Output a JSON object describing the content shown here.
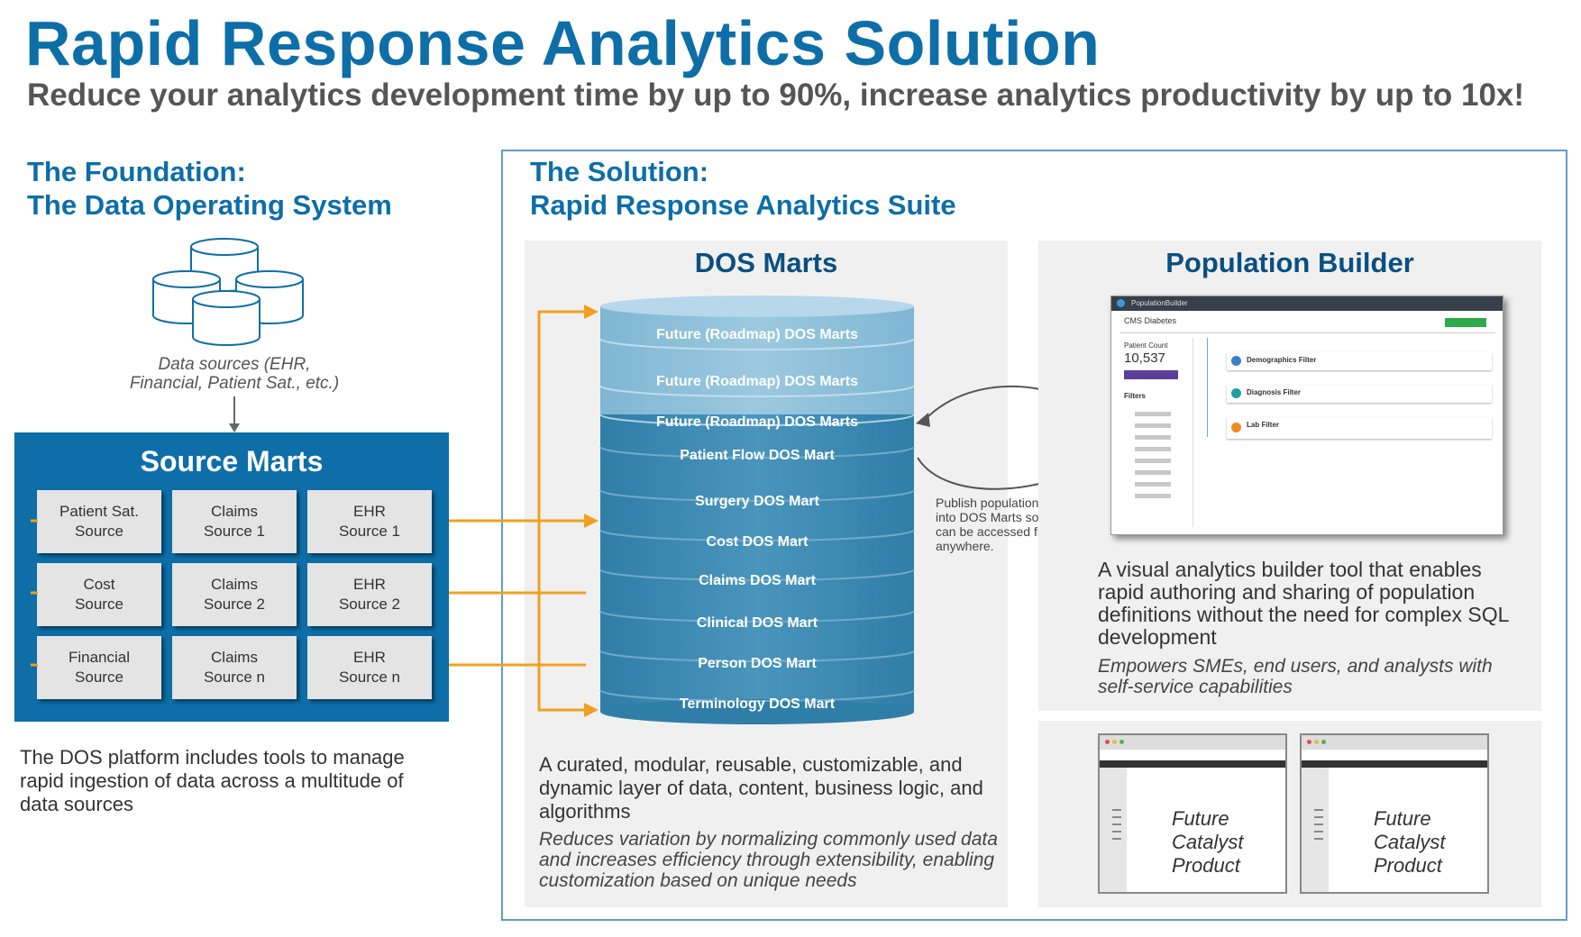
{
  "title": "Rapid Response Analytics Solution",
  "subtitle": "Reduce your analytics development time by up to 90%, increase analytics productivity by up to 10x!",
  "foundation": {
    "heading_line1": "The Foundation:",
    "heading_line2": "The Data Operating System",
    "data_sources_caption_line1": "Data sources (EHR,",
    "data_sources_caption_line2": "Financial, Patient Sat., etc.)",
    "source_marts_title": "Source Marts",
    "source_marts": [
      "Patient Sat.\nSource",
      "Claims\nSource 1",
      "EHR\nSource 1",
      "Cost\nSource",
      "Claims\nSource 2",
      "EHR\nSource 2",
      "Financial\nSource",
      "Claims\nSource n",
      "EHR\nSource n"
    ],
    "description": "The DOS platform includes tools to manage rapid ingestion of data across a multitude of data sources"
  },
  "solution": {
    "heading_line1": "The Solution:",
    "heading_line2": "Rapid Response Analytics Suite"
  },
  "dos_marts": {
    "title": "DOS Marts",
    "layers": [
      "Future (Roadmap) DOS Marts",
      "Future (Roadmap) DOS Marts",
      "Future (Roadmap) DOS Marts",
      "Patient Flow DOS Mart",
      "Surgery DOS Mart",
      "Cost DOS Mart",
      "Claims DOS Mart",
      "Clinical DOS Mart",
      "Person DOS Mart",
      "Terminology DOS Mart"
    ],
    "description": "A curated, modular, reusable, customizable, and dynamic layer of data, content, business logic, and algorithms",
    "italic": "Reduces variation by normalizing commonly used data and increases efficiency through extensibility, enabling customization based on unique needs"
  },
  "publish_note": "Publish populations back into DOS Marts so they can be accessed from anywhere.",
  "population_builder": {
    "title": "Population Builder",
    "description": "A visual analytics builder tool that enables rapid authoring and sharing of population definitions without the need for complex SQL development",
    "italic": "Empowers SMEs, end users, and analysts with self-service capabilities",
    "screenshot": {
      "app_name": "PopulationBuilder",
      "population_name": "CMS Diabetes",
      "patient_count_label": "Patient Count",
      "patient_count": "10,537",
      "filters_label": "Filters",
      "cards": [
        "Demographics Filter",
        "Diagnosis Filter",
        "Lab Filter"
      ]
    }
  },
  "future_products": [
    "Future\nCatalyst\nProduct",
    "Future\nCatalyst\nProduct"
  ],
  "colors": {
    "brand_blue": "#0d6ea8",
    "heading_navy": "#0a4f82",
    "arrow_orange": "#f0a020",
    "panel_gray": "#f0f0f0"
  }
}
